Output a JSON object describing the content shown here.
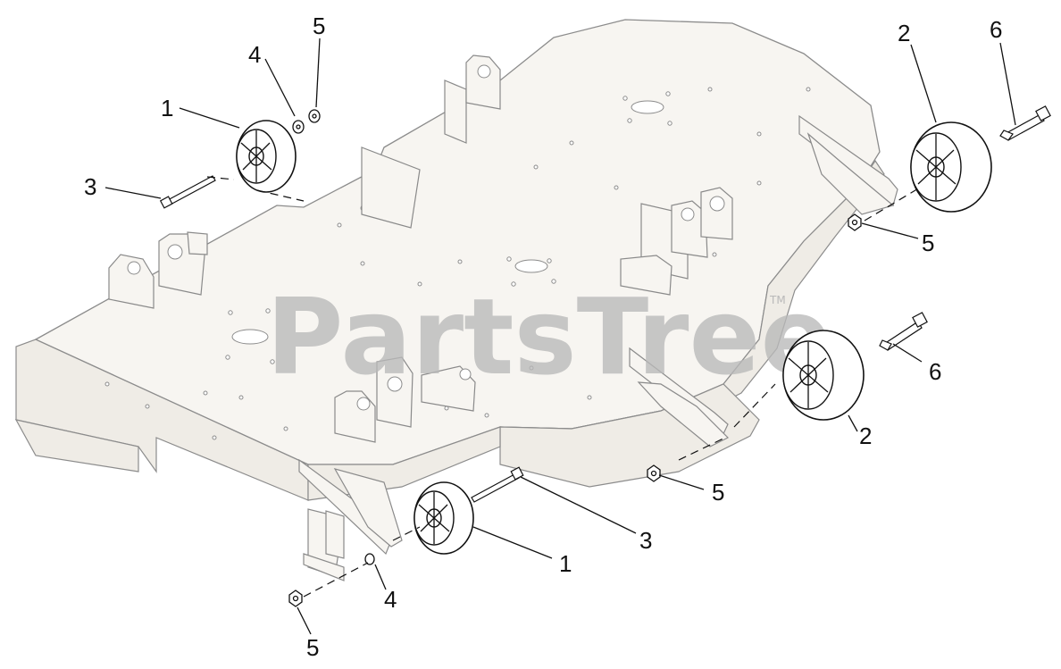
{
  "watermark": {
    "text": "PartsTree",
    "trademark": "TM"
  },
  "callouts": {
    "wheel_left_rear": "1",
    "wheel_left_front": "1",
    "wheel_right_rear": "2",
    "wheel_right_front": "2",
    "bolt_left_rear": "3",
    "bolt_front_center": "3",
    "spacer_left_rear": "4",
    "spacer_front_left": "4",
    "nut_left_rear": "5",
    "nut_right_rear": "5",
    "nut_right_front": "5",
    "nut_bottom_left": "5",
    "bolt_right_rear": "6",
    "bolt_right_front": "6"
  }
}
